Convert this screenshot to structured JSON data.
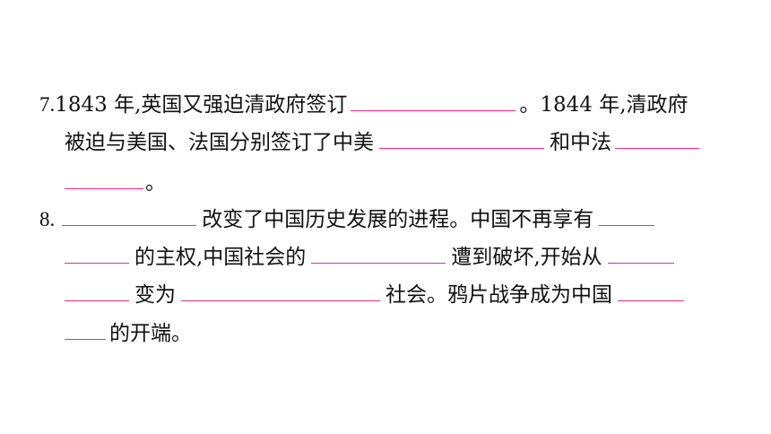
{
  "q7": {
    "number": "7.",
    "line1_a": "1843 年,英国又强迫清政府签订",
    "line1_b": "。1844 年,清政府",
    "line2_a": "被迫与美国、法国分别签订了中美",
    "line2_b": "和中法",
    "line3_end": "。"
  },
  "q8": {
    "number": "8.",
    "line1_a": "改变了中国历史发展的进程。中国不再享有",
    "line2_a": "的主权,中国社会的",
    "line2_b": "遭到破坏,开始从",
    "line3_a": "变为",
    "line3_b": "社会。鸦片战争成为中国",
    "line4_a": "的开端。"
  },
  "colors": {
    "blank_underline": "#e0308a",
    "text": "#111111"
  }
}
